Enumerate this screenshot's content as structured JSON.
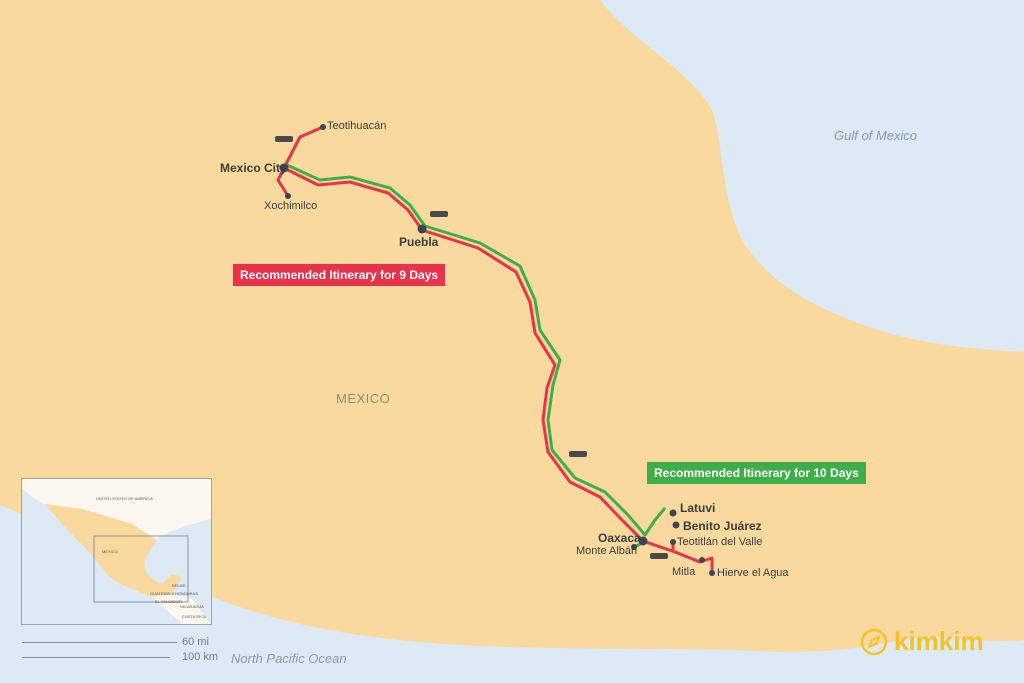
{
  "colors": {
    "land": "#f9d99d",
    "sea": "#dde9f5",
    "route_9": "#e8334a",
    "route_10": "#3fae49",
    "logo": "#f7c321"
  },
  "seas": {
    "gulf": "Gulf of Mexico",
    "pacific": "North Pacific Ocean"
  },
  "country": "MEXICO",
  "itineraries": {
    "nine": "Recommended Itinerary for 9 Days",
    "ten": "Recommended Itinerary for 10 Days"
  },
  "places": {
    "teotihuacan": "Teotihuacán",
    "mexico_city": "Mexico City",
    "xochimilco": "Xochimilco",
    "puebla": "Puebla",
    "oaxaca": "Oaxaca",
    "monte_alban": "Monte Albán",
    "latuvi": "Latuvi",
    "benito_juarez": "Benito Juárez",
    "teotitlan": "Teotitlán del Valle",
    "mitla": "Mitla",
    "hierve": "Hierve el Agua"
  },
  "inset": {
    "usa": "UNITED STATES OF AMERICA",
    "mexico": "MEXICO",
    "belize": "BELIZE",
    "guatemala": "GUATEMALA",
    "honduras": "HONDURAS",
    "el_salvador": "EL SALVADOR",
    "nicaragua": "NICARAGUA",
    "costa_rica": "COSTA RICA"
  },
  "scale": {
    "miles": "60 mi",
    "km": "100 km"
  },
  "logo": "kimkim",
  "icons": [
    "car-icon",
    "compass-icon"
  ]
}
